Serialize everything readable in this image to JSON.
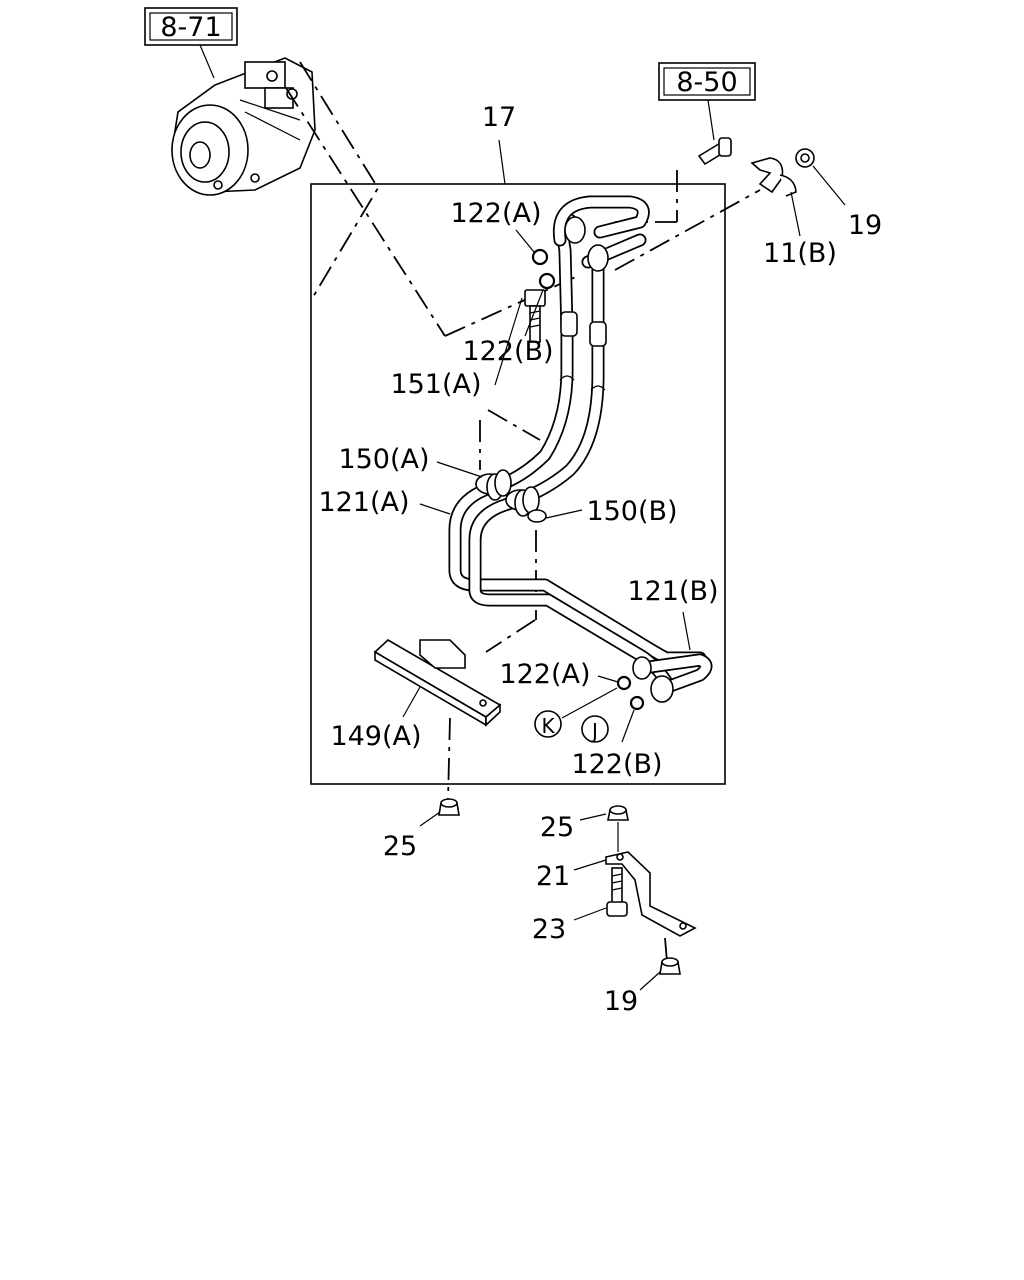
{
  "ref_boxes": [
    {
      "id": "ref-8-71",
      "text": "8-71"
    },
    {
      "id": "ref-8-50",
      "text": "8-50"
    }
  ],
  "callouts": {
    "c17": "17",
    "c19_top": "19",
    "c11b": "11(B)",
    "c122a_top": "122(A)",
    "c122b_top": "122(B)",
    "c151a": "151(A)",
    "c150a": "150(A)",
    "c150b": "150(B)",
    "c121a": "121(A)",
    "c121b": "121(B)",
    "c122a_bot": "122(A)",
    "c122b_bot": "122(B)",
    "c149a": "149(A)",
    "c25_left": "25",
    "c25_right": "25",
    "c21": "21",
    "c23": "23",
    "c19_bot": "19",
    "markK": "K",
    "markJ": "J"
  }
}
